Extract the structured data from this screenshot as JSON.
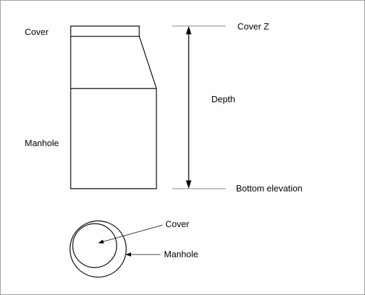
{
  "side_view": {
    "cover_label": "Cover",
    "manhole_label": "Manhole",
    "cover_z_label": "Cover Z",
    "depth_label": "Depth",
    "bottom_elevation_label": "Bottom elevation"
  },
  "plan_view": {
    "cover_label": "Cover",
    "manhole_label": "Manhole"
  },
  "colors": {
    "stroke": "#000000",
    "reference_line": "#808080",
    "border": "#9a9a9a"
  }
}
